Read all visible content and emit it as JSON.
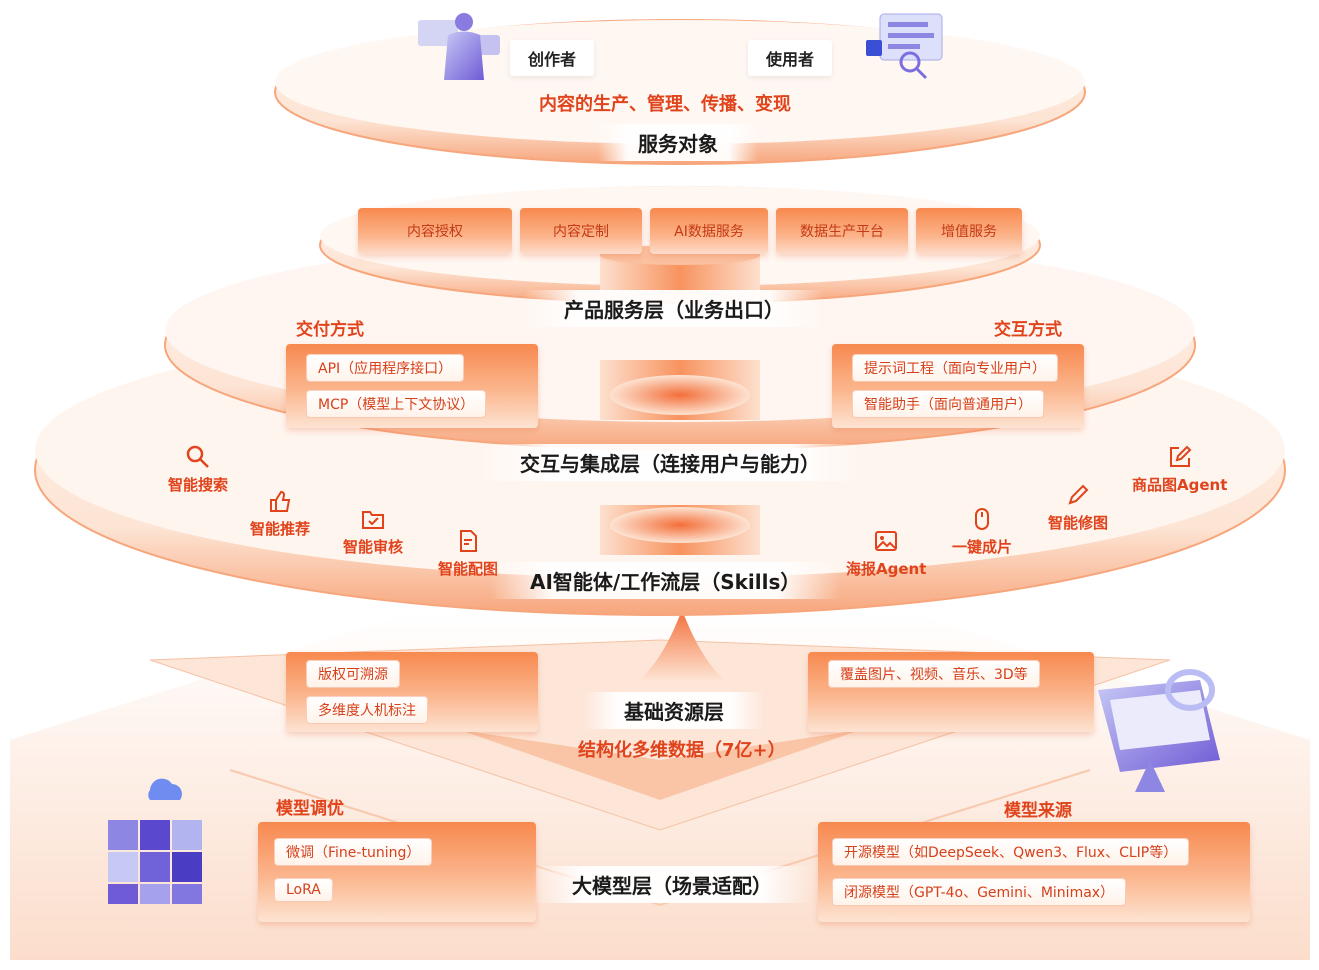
{
  "service_layer": {
    "creator_label": "创作者",
    "user_label": "使用者",
    "description": "内容的生产、管理、传播、变现",
    "title": "服务对象"
  },
  "product_layer": {
    "items": [
      "内容授权",
      "内容定制",
      "AI数据服务",
      "数据生产平台",
      "增值服务"
    ],
    "title": "产品服务层（业务出口）"
  },
  "interaction_layer": {
    "delivery_title": "交付方式",
    "delivery_items": [
      "API（应用程序接口）",
      "MCP（模型上下文协议）"
    ],
    "interaction_title": "交互方式",
    "interaction_items": [
      "提示词工程（面向专业用户）",
      "智能助手（面向普通用户）"
    ],
    "title": "交互与集成层（连接用户与能力）"
  },
  "agent_layer": {
    "skills_left": [
      {
        "label": "智能搜索",
        "icon": "search-icon"
      },
      {
        "label": "智能推荐",
        "icon": "thumbs-up-icon"
      },
      {
        "label": "智能审核",
        "icon": "folder-check-icon"
      },
      {
        "label": "智能配图",
        "icon": "document-edit-icon"
      }
    ],
    "skills_right": [
      {
        "label": "海报Agent",
        "icon": "image-icon"
      },
      {
        "label": "一键成片",
        "icon": "mouse-icon"
      },
      {
        "label": "智能修图",
        "icon": "pencil-icon"
      },
      {
        "label": "商品图Agent",
        "icon": "edit-square-icon"
      }
    ],
    "title": "AI智能体/工作流层（Skills）"
  },
  "resource_layer": {
    "left_items": [
      "版权可溯源",
      "多维度人机标注"
    ],
    "right_items": [
      "覆盖图片、视频、音乐、3D等"
    ],
    "title": "基础资源层",
    "subtitle": "结构化多维数据（7亿+）"
  },
  "model_layer": {
    "tuning_title": "模型调优",
    "tuning_items": [
      "微调（Fine-tuning）",
      "LoRA"
    ],
    "source_title": "模型来源",
    "source_items": [
      "开源模型（如DeepSeek、Qwen3、Flux、CLIP等）",
      "闭源模型（GPT-4o、Gemini、Minimax）"
    ],
    "title": "大模型层（场景适配）"
  },
  "colors": {
    "accent": "#e0441c",
    "orange": "#f7894f",
    "peach": "#fde3d2"
  }
}
